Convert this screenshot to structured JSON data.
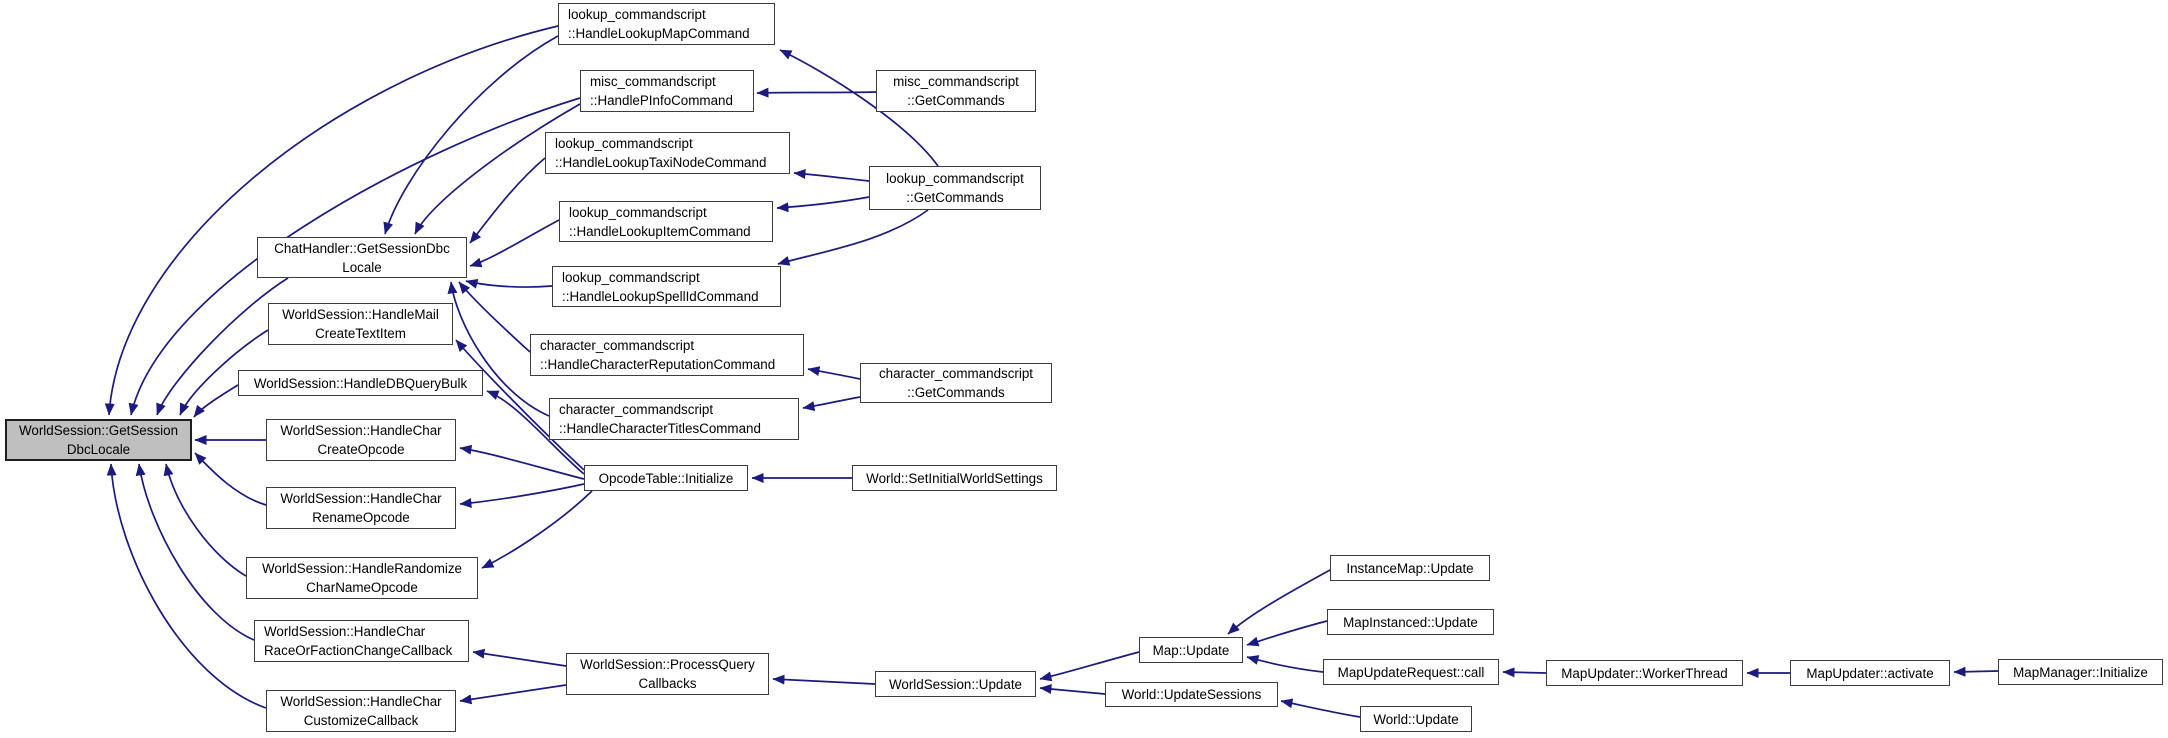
{
  "diagram_type": "doxygen-caller-graph",
  "colors": {
    "edge": "#1a1a80",
    "border": "#3c3c3c",
    "highlight": "#bfbfbf",
    "box_fill": "#ffffff",
    "text": "#000000",
    "background": "#ffffff"
  },
  "nodes": {
    "ws_get_session_dbc_locale": {
      "line1": "WorldSession::GetSession",
      "line2": "DbcLocale",
      "highlighted": true
    },
    "chat_get_session_dbc_locale": {
      "line1": "ChatHandler::GetSessionDbc",
      "line2": "Locale"
    },
    "handle_mail_create_text_item": {
      "line1": "WorldSession::HandleMail",
      "line2": "CreateTextItem"
    },
    "handle_db_query_bulk": {
      "line1": "WorldSession::HandleDBQueryBulk"
    },
    "handle_char_create_opcode": {
      "line1": "WorldSession::HandleChar",
      "line2": "CreateOpcode"
    },
    "handle_char_rename_opcode": {
      "line1": "WorldSession::HandleChar",
      "line2": "RenameOpcode"
    },
    "handle_randomize_char_name_opcode": {
      "line1": "WorldSession::HandleRandomize",
      "line2": "CharNameOpcode"
    },
    "handle_char_race_or_faction_change_callback": {
      "line1": "WorldSession::HandleChar",
      "line2": "RaceOrFactionChangeCallback"
    },
    "handle_char_customize_callback": {
      "line1": "WorldSession::HandleChar",
      "line2": "CustomizeCallback"
    },
    "lookup_handle_lookup_map_command": {
      "line1": "lookup_commandscript",
      "line2": "::HandleLookupMapCommand"
    },
    "misc_handle_pinfo_command": {
      "line1": "misc_commandscript",
      "line2": "::HandlePInfoCommand"
    },
    "lookup_handle_lookup_taxi_node_command": {
      "line1": "lookup_commandscript",
      "line2": "::HandleLookupTaxiNodeCommand"
    },
    "lookup_handle_lookup_item_command": {
      "line1": "lookup_commandscript",
      "line2": "::HandleLookupItemCommand"
    },
    "lookup_handle_lookup_spell_id_command": {
      "line1": "lookup_commandscript",
      "line2": "::HandleLookupSpellIdCommand"
    },
    "char_handle_character_reputation_command": {
      "line1": "character_commandscript",
      "line2": "::HandleCharacterReputationCommand"
    },
    "char_handle_character_titles_command": {
      "line1": "character_commandscript",
      "line2": "::HandleCharacterTitlesCommand"
    },
    "opcode_table_initialize": {
      "line1": "OpcodeTable::Initialize"
    },
    "misc_get_commands": {
      "line1": "misc_commandscript",
      "line2": "::GetCommands"
    },
    "lookup_get_commands": {
      "line1": "lookup_commandscript",
      "line2": "::GetCommands"
    },
    "char_get_commands": {
      "line1": "character_commandscript",
      "line2": "::GetCommands"
    },
    "world_set_initial_world_settings": {
      "line1": "World::SetInitialWorldSettings"
    },
    "process_query_callbacks": {
      "line1": "WorldSession::ProcessQuery",
      "line2": "Callbacks"
    },
    "worldsession_update": {
      "line1": "WorldSession::Update"
    },
    "map_update": {
      "line1": "Map::Update"
    },
    "instance_map_update": {
      "line1": "InstanceMap::Update"
    },
    "map_instanced_update": {
      "line1": "MapInstanced::Update"
    },
    "map_update_request_call": {
      "line1": "MapUpdateRequest::call"
    },
    "world_update_sessions": {
      "line1": "World::UpdateSessions"
    },
    "world_update": {
      "line1": "World::Update"
    },
    "map_updater_worker_thread": {
      "line1": "MapUpdater::WorkerThread"
    },
    "map_updater_activate": {
      "line1": "MapUpdater::activate"
    },
    "map_manager_initialize": {
      "line1": "MapManager::Initialize"
    }
  },
  "edges": [
    {
      "from": "lookup_handle_lookup_map_command",
      "to": "ws_get_session_dbc_locale"
    },
    {
      "from": "misc_handle_pinfo_command",
      "to": "ws_get_session_dbc_locale"
    },
    {
      "from": "chat_get_session_dbc_locale",
      "to": "ws_get_session_dbc_locale"
    },
    {
      "from": "handle_mail_create_text_item",
      "to": "ws_get_session_dbc_locale"
    },
    {
      "from": "handle_db_query_bulk",
      "to": "ws_get_session_dbc_locale"
    },
    {
      "from": "handle_char_create_opcode",
      "to": "ws_get_session_dbc_locale"
    },
    {
      "from": "handle_char_rename_opcode",
      "to": "ws_get_session_dbc_locale"
    },
    {
      "from": "handle_randomize_char_name_opcode",
      "to": "ws_get_session_dbc_locale"
    },
    {
      "from": "handle_char_race_or_faction_change_callback",
      "to": "ws_get_session_dbc_locale"
    },
    {
      "from": "handle_char_customize_callback",
      "to": "ws_get_session_dbc_locale"
    },
    {
      "from": "lookup_handle_lookup_map_command",
      "to": "chat_get_session_dbc_locale"
    },
    {
      "from": "misc_handle_pinfo_command",
      "to": "chat_get_session_dbc_locale"
    },
    {
      "from": "lookup_handle_lookup_taxi_node_command",
      "to": "chat_get_session_dbc_locale"
    },
    {
      "from": "lookup_handle_lookup_item_command",
      "to": "chat_get_session_dbc_locale"
    },
    {
      "from": "lookup_handle_lookup_spell_id_command",
      "to": "chat_get_session_dbc_locale"
    },
    {
      "from": "char_handle_character_reputation_command",
      "to": "chat_get_session_dbc_locale"
    },
    {
      "from": "char_handle_character_titles_command",
      "to": "chat_get_session_dbc_locale"
    },
    {
      "from": "opcode_table_initialize",
      "to": "handle_mail_create_text_item"
    },
    {
      "from": "opcode_table_initialize",
      "to": "handle_db_query_bulk"
    },
    {
      "from": "opcode_table_initialize",
      "to": "handle_char_create_opcode"
    },
    {
      "from": "opcode_table_initialize",
      "to": "handle_char_rename_opcode"
    },
    {
      "from": "opcode_table_initialize",
      "to": "handle_randomize_char_name_opcode"
    },
    {
      "from": "misc_get_commands",
      "to": "misc_handle_pinfo_command"
    },
    {
      "from": "lookup_get_commands",
      "to": "lookup_handle_lookup_map_command"
    },
    {
      "from": "lookup_get_commands",
      "to": "lookup_handle_lookup_taxi_node_command"
    },
    {
      "from": "lookup_get_commands",
      "to": "lookup_handle_lookup_item_command"
    },
    {
      "from": "lookup_get_commands",
      "to": "lookup_handle_lookup_spell_id_command"
    },
    {
      "from": "char_get_commands",
      "to": "char_handle_character_reputation_command"
    },
    {
      "from": "char_get_commands",
      "to": "char_handle_character_titles_command"
    },
    {
      "from": "world_set_initial_world_settings",
      "to": "opcode_table_initialize"
    },
    {
      "from": "process_query_callbacks",
      "to": "handle_char_race_or_faction_change_callback"
    },
    {
      "from": "process_query_callbacks",
      "to": "handle_char_customize_callback"
    },
    {
      "from": "worldsession_update",
      "to": "process_query_callbacks"
    },
    {
      "from": "map_update",
      "to": "worldsession_update"
    },
    {
      "from": "world_update_sessions",
      "to": "worldsession_update"
    },
    {
      "from": "instance_map_update",
      "to": "map_update"
    },
    {
      "from": "map_instanced_update",
      "to": "map_update"
    },
    {
      "from": "map_update_request_call",
      "to": "map_update"
    },
    {
      "from": "map_updater_worker_thread",
      "to": "map_update_request_call"
    },
    {
      "from": "map_updater_activate",
      "to": "map_updater_worker_thread"
    },
    {
      "from": "map_manager_initialize",
      "to": "map_updater_activate"
    },
    {
      "from": "world_update",
      "to": "world_update_sessions"
    }
  ]
}
